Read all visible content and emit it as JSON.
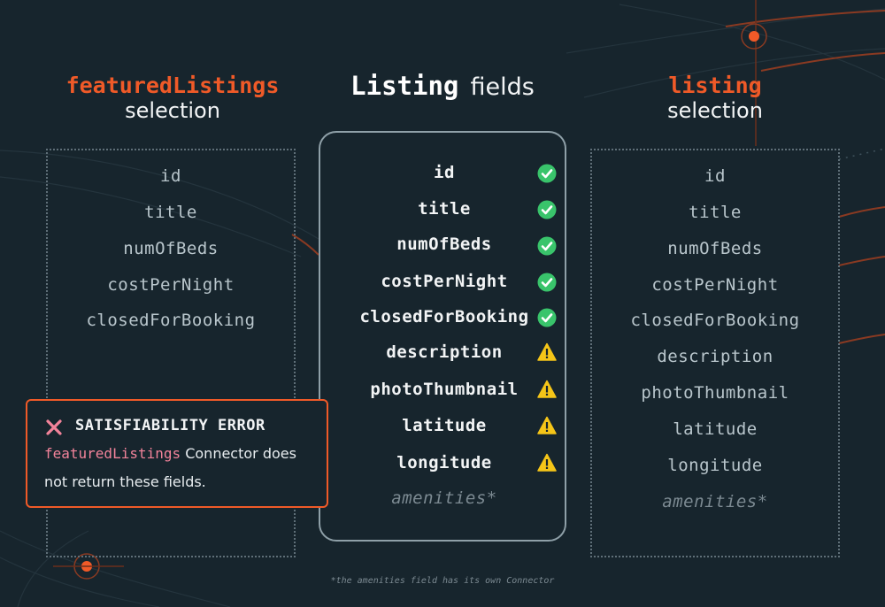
{
  "colors": {
    "background": "#17252d",
    "accent": "#f05a28",
    "success": "#39c46b",
    "warning": "#f5c518",
    "error_x": "#f2839a"
  },
  "left": {
    "title_code": "featuredListings",
    "title_sub": "selection",
    "fields": [
      "id",
      "title",
      "numOfBeds",
      "costPerNight",
      "closedForBooking"
    ]
  },
  "center": {
    "title_code": "Listing",
    "title_sub": "fields",
    "fields": [
      {
        "name": "id",
        "status": "check-icon"
      },
      {
        "name": "title",
        "status": "check-icon"
      },
      {
        "name": "numOfBeds",
        "status": "check-icon"
      },
      {
        "name": "costPerNight",
        "status": "check-icon"
      },
      {
        "name": "closedForBooking",
        "status": "check-icon"
      },
      {
        "name": "description",
        "status": "warning-icon"
      },
      {
        "name": "photoThumbnail",
        "status": "warning-icon"
      },
      {
        "name": "latitude",
        "status": "warning-icon"
      },
      {
        "name": "longitude",
        "status": "warning-icon"
      },
      {
        "name": "amenities*",
        "status": "none"
      }
    ]
  },
  "right": {
    "title_code": "listing",
    "title_sub": "selection",
    "fields": [
      "id",
      "title",
      "numOfBeds",
      "costPerNight",
      "closedForBooking",
      "description",
      "photoThumbnail",
      "latitude",
      "longitude",
      "amenities*"
    ]
  },
  "error": {
    "icon": "x-icon",
    "title": "SATISFIABILITY ERROR",
    "connector": "featuredListings",
    "line1_rest": " Connector does",
    "line2": "not return these fields."
  },
  "footnote": "*the amenities field has its own Connector"
}
